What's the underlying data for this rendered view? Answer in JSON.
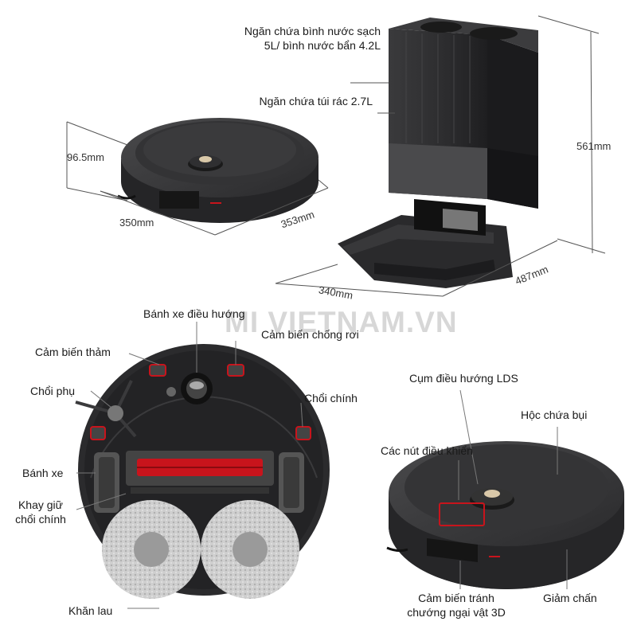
{
  "watermark": "MI VIETNAM.VN",
  "dimensions": {
    "robot_height": "96.5mm",
    "robot_width": "350mm",
    "robot_depth": "353mm",
    "dock_width": "340mm",
    "dock_depth": "487mm",
    "dock_height": "561mm"
  },
  "dock_labels": {
    "water_tanks_line1": "Ngăn chứa bình nước sạch",
    "water_tanks_line2": "5L/ bình nước bẩn 4.2L",
    "dust_bag": "Ngăn chứa túi rác 2.7L"
  },
  "bottom_labels": {
    "caster_wheel": "Bánh xe điều hướng",
    "cliff_sensor": "Cảm biến chống rơi",
    "carpet_sensor": "Cảm biến thảm",
    "side_brush": "Chổi phụ",
    "main_brush": "Chổi chính",
    "wheel": "Bánh xe",
    "brush_guard_line1": "Khay giữ",
    "brush_guard_line2": "chổi chính",
    "mop_pads": "Khăn lau"
  },
  "top_labels": {
    "lds": "Cụm điều hướng LDS",
    "dustbin": "Hộc chứa bụi",
    "buttons": "Các nút điều khiển",
    "sensor_3d_line1": "Cảm biến tránh",
    "sensor_3d_line2": "chướng ngại vật 3D",
    "bumper": "Giảm chấn"
  },
  "colors": {
    "body": "#2b2b2d",
    "accent_red": "#c8141c",
    "pad_gray": "#c9c9c9"
  }
}
